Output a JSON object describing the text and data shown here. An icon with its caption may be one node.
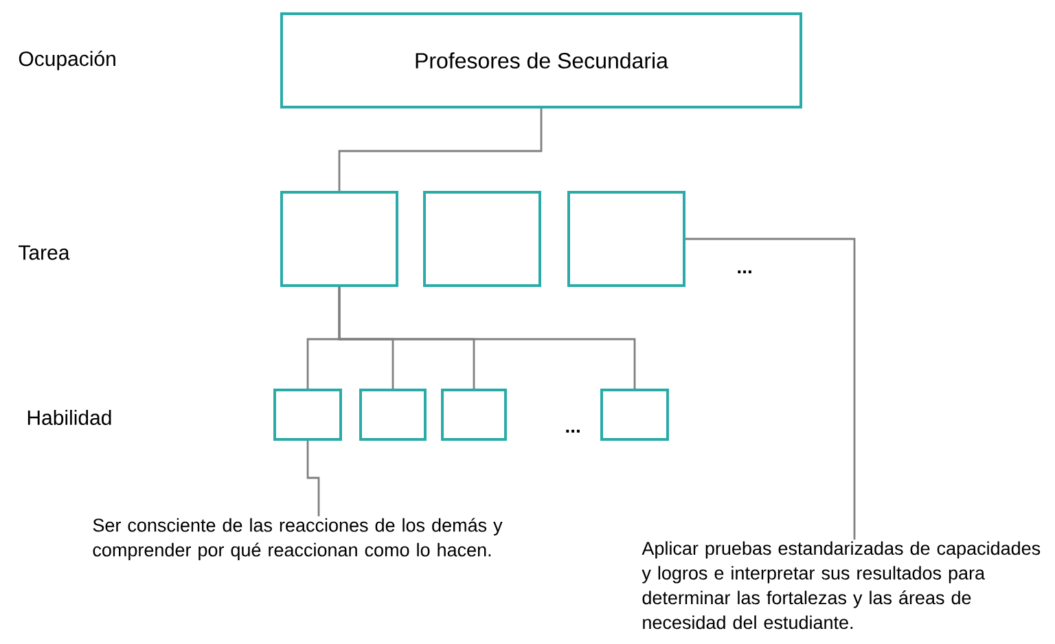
{
  "diagram": {
    "nodes": [
      {
        "text": [
          "Profesores de Secundaria"
        ]
      },
      {
        "text": [],
        "shape": "box"
      },
      {
        "text": [],
        "shape": "box"
      },
      {
        "text": [],
        "shape": "box"
      },
      {
        "text": [],
        "shape": "box"
      },
      {
        "text": [],
        "shape": "box"
      },
      {
        "text": [],
        "shape": "box"
      },
      {
        "text": [],
        "shape": "box"
      },
      {
        "text": [
          "Ser consciente de las reacciones de los demás y comprender por qué reaccionan como lo hacen."
        ]
      },
      {
        "text": [
          "Aplicar pruebas estandarizadas de capacidades y logros e interpretar sus resultados para determinar las fortalezas y las áreas de necesidad del estudiante."
        ]
      }
    ],
    "edges": [
      {
        "from": 0,
        "to": 1,
        "arrow": "none"
      },
      {
        "from": 1,
        "to": 4,
        "arrow": "none"
      },
      {
        "from": 1,
        "to": 5,
        "arrow": "none"
      },
      {
        "from": 1,
        "to": 6,
        "arrow": "none"
      },
      {
        "from": 1,
        "to": 7,
        "arrow": "none"
      },
      {
        "from": 4,
        "to": 8,
        "arrow": "none"
      },
      {
        "from": 3,
        "to": 9,
        "arrow": "none"
      }
    ],
    "labels": [
      "Ocupación",
      "Tarea",
      "...",
      "Habilidad",
      "..."
    ]
  }
}
